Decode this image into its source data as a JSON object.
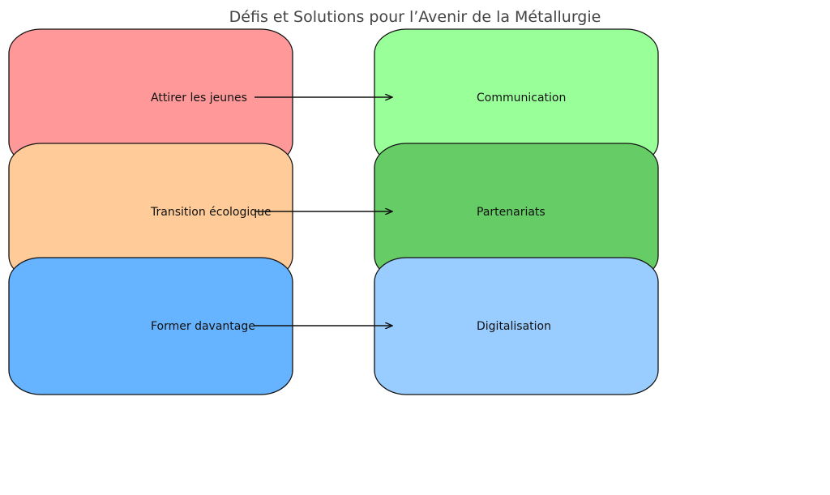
{
  "title": "Défis et Solutions pour l’Avenir de la Métallurgie",
  "challenges": [
    {
      "label": "Attirer les jeunes",
      "color": "#ff9999"
    },
    {
      "label": "Transition écologique",
      "color": "#ffcc99"
    },
    {
      "label": "Former davantage",
      "color": "#66b3ff"
    }
  ],
  "solutions": [
    {
      "label": "Communication",
      "color": "#99ff99"
    },
    {
      "label": "Partenariats",
      "color": "#66cc66"
    },
    {
      "label": "Digitalisation",
      "color": "#99ccff"
    }
  ]
}
